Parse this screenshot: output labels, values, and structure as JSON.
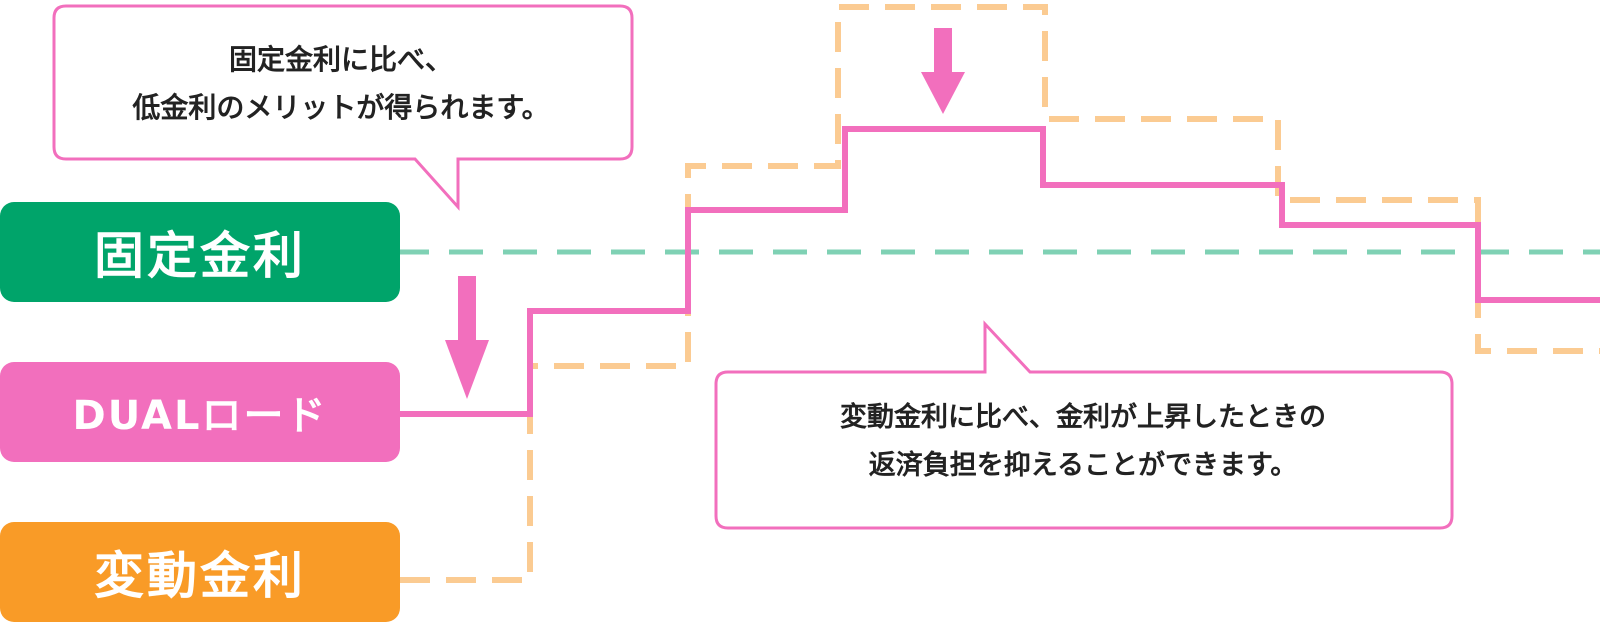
{
  "labels": {
    "fixed": "固定金利",
    "dual": "DUALロード",
    "variable": "変動金利"
  },
  "callouts": {
    "top": {
      "line1": "固定金利に比べ、",
      "line2": "低金利のメリットが得られます。"
    },
    "bottom": {
      "line1": "変動金利に比べ、金利が上昇したときの",
      "line2": "返済負担を抑えることができます。"
    }
  },
  "colors": {
    "fixed": "#00a46a",
    "dual": "#f26fbd",
    "variable": "#f99b27",
    "fixed_line": "#7fd1b4",
    "variable_line": "#fbcb92",
    "callout_border": "#f26fbd",
    "arrow": "#f26fbd"
  },
  "icons": [
    "down-arrow-icon",
    "down-arrow-icon"
  ]
}
